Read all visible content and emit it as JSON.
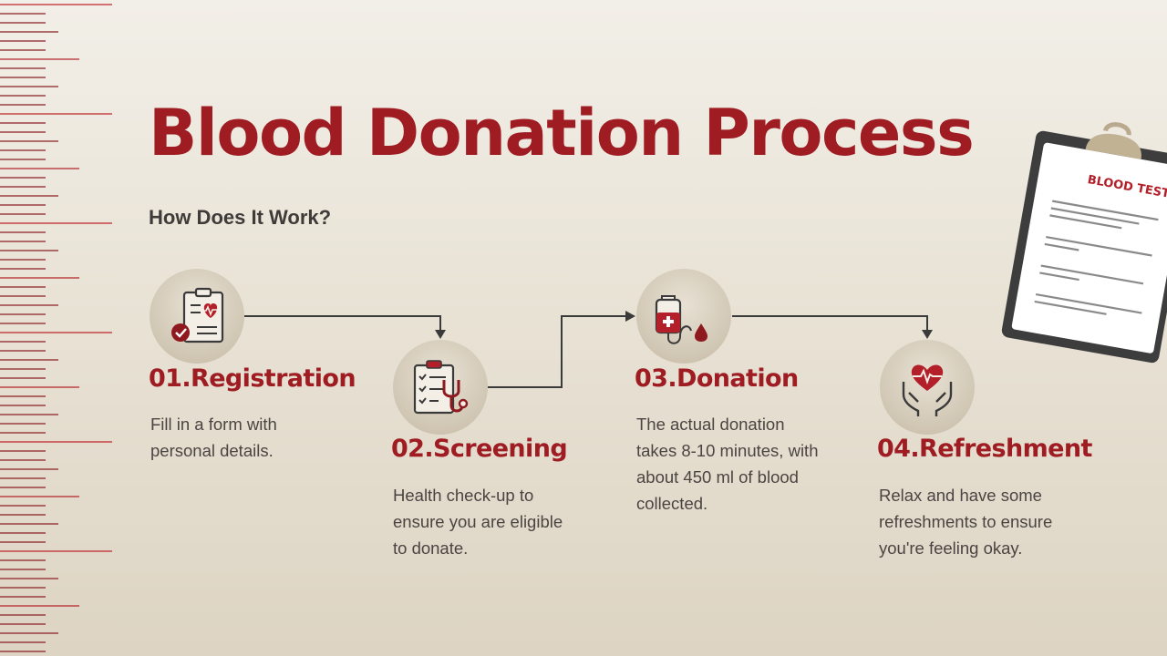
{
  "title": "Blood Donation Process",
  "subtitle": "How Does It Work?",
  "steps": [
    {
      "heading": "01.Registration",
      "lines": [
        "Fill in a form with",
        "personal details."
      ],
      "icon": "clipboard-heart-icon"
    },
    {
      "heading": "02.Screening",
      "lines": [
        "Health check-up to",
        "ensure you are eligible",
        "to donate."
      ],
      "icon": "checklist-stethoscope-icon"
    },
    {
      "heading": "03.Donation",
      "lines": [
        "The actual donation",
        "takes 8-10 minutes, with",
        "about 450 ml of blood",
        "collected."
      ],
      "icon": "blood-bag-icon"
    },
    {
      "heading": "04.Refreshment",
      "lines": [
        "Relax and have some",
        "refreshments to ensure",
        "you're feeling okay."
      ],
      "icon": "hands-heart-icon"
    }
  ],
  "clipboard": {
    "label": "BLOOD TEST"
  },
  "colors": {
    "accent": "#9e1c22",
    "text": "#4a4542",
    "connector": "#3a3a3a"
  }
}
